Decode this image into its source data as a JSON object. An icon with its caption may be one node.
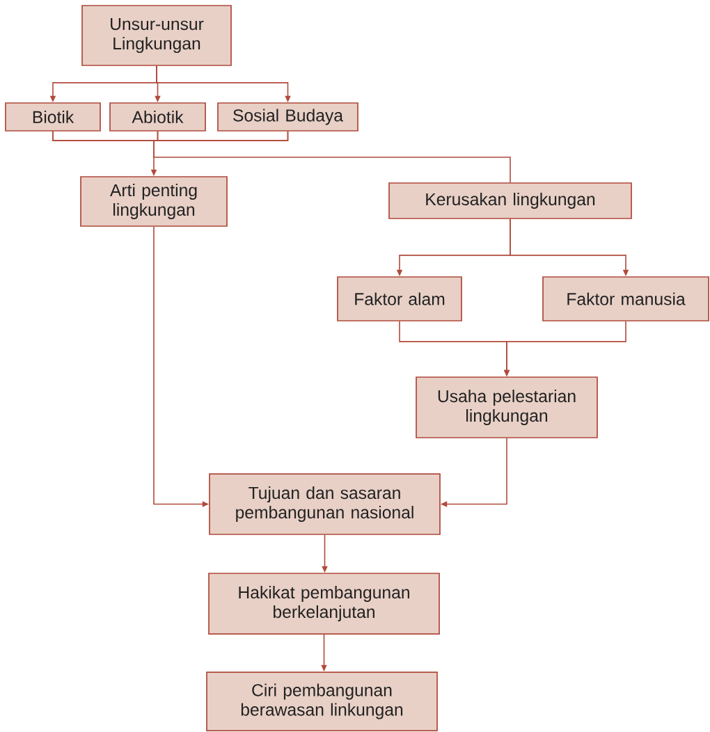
{
  "diagram": {
    "nodes": [
      {
        "text": [
          "Unsur-unsur Lingkungan"
        ]
      },
      {
        "text": [
          "Biotik"
        ]
      },
      {
        "text": [
          "Abiotik"
        ]
      },
      {
        "text": [
          "Sosial Budaya"
        ]
      },
      {
        "text": [
          "Arti penting lingkungan"
        ]
      },
      {
        "text": [
          "Kerusakan lingkungan"
        ]
      },
      {
        "text": [
          "Faktor alam"
        ]
      },
      {
        "text": [
          "Faktor manusia"
        ]
      },
      {
        "text": [
          "Usaha pelestarian lingkungan"
        ]
      },
      {
        "text": [
          "Tujuan dan sasaran pembangunan nasional"
        ]
      },
      {
        "text": [
          "Hakikat pembangunan berkelanjutan"
        ]
      },
      {
        "text": [
          "Ciri pembangunan berawasan linkungan"
        ]
      }
    ],
    "edges": [
      {
        "from": 0,
        "to": 1,
        "arrow": "to"
      },
      {
        "from": 0,
        "to": 2,
        "arrow": "to"
      },
      {
        "from": 0,
        "to": 3,
        "arrow": "to"
      },
      {
        "from": 1,
        "to": 4,
        "arrow": "to"
      },
      {
        "from": 2,
        "to": 4,
        "arrow": "to"
      },
      {
        "from": 3,
        "to": 4,
        "arrow": "to"
      },
      {
        "from": 1,
        "to": 5,
        "arrow": "none"
      },
      {
        "from": 2,
        "to": 5,
        "arrow": "none"
      },
      {
        "from": 3,
        "to": 5,
        "arrow": "none"
      },
      {
        "from": 5,
        "to": 6,
        "arrow": "to"
      },
      {
        "from": 5,
        "to": 7,
        "arrow": "to"
      },
      {
        "from": 6,
        "to": 8,
        "arrow": "to"
      },
      {
        "from": 7,
        "to": 8,
        "arrow": "to"
      },
      {
        "from": 4,
        "to": 9,
        "arrow": "to"
      },
      {
        "from": 8,
        "to": 9,
        "arrow": "to"
      },
      {
        "from": 9,
        "to": 10,
        "arrow": "to"
      },
      {
        "from": 10,
        "to": 11,
        "arrow": "to"
      }
    ]
  }
}
